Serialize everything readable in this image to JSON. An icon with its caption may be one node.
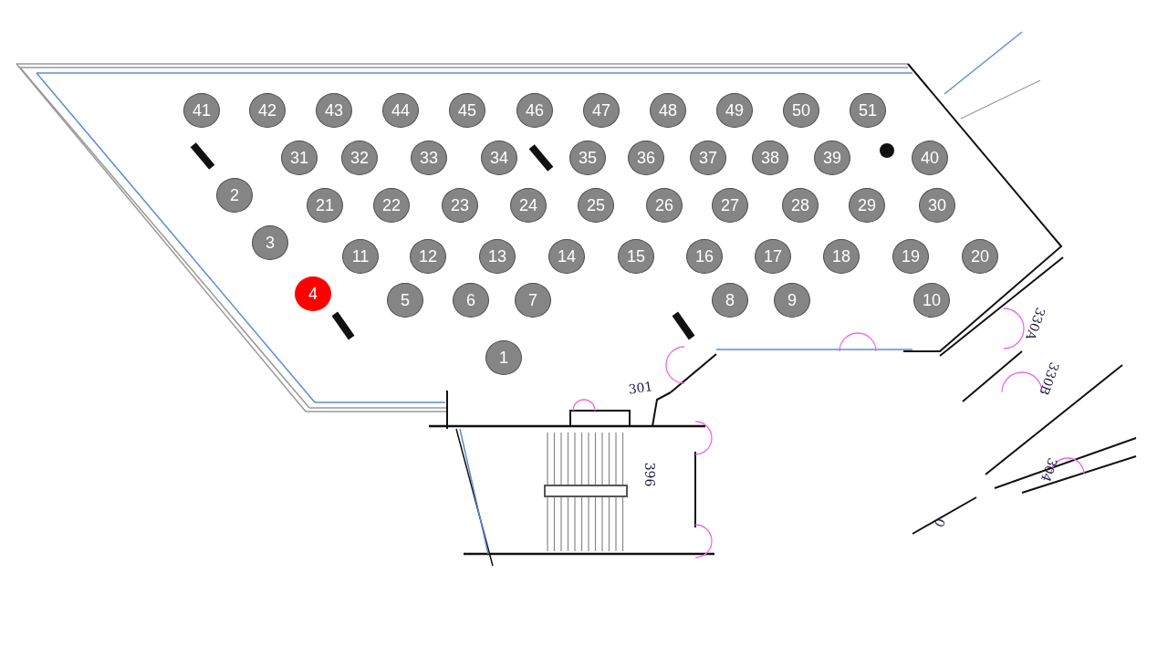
{
  "diagram": {
    "nodes": [
      {
        "text": [
          "1"
        ]
      },
      {
        "text": [
          "2"
        ]
      },
      {
        "text": [
          "3"
        ]
      },
      {
        "text": [
          "4"
        ]
      },
      {
        "text": [
          "5"
        ]
      },
      {
        "text": [
          "6"
        ]
      },
      {
        "text": [
          "7"
        ]
      },
      {
        "text": [
          "8"
        ]
      },
      {
        "text": [
          "9"
        ]
      },
      {
        "text": [
          "10"
        ]
      },
      {
        "text": [
          "11"
        ]
      },
      {
        "text": [
          "12"
        ]
      },
      {
        "text": [
          "13"
        ]
      },
      {
        "text": [
          "14"
        ]
      },
      {
        "text": [
          "15"
        ]
      },
      {
        "text": [
          "16"
        ]
      },
      {
        "text": [
          "17"
        ]
      },
      {
        "text": [
          "18"
        ]
      },
      {
        "text": [
          "19"
        ]
      },
      {
        "text": [
          "20"
        ]
      },
      {
        "text": [
          "21"
        ]
      },
      {
        "text": [
          "22"
        ]
      },
      {
        "text": [
          "23"
        ]
      },
      {
        "text": [
          "24"
        ]
      },
      {
        "text": [
          "25"
        ]
      },
      {
        "text": [
          "26"
        ]
      },
      {
        "text": [
          "27"
        ]
      },
      {
        "text": [
          "28"
        ]
      },
      {
        "text": [
          "29"
        ]
      },
      {
        "text": [
          "30"
        ]
      },
      {
        "text": [
          "31"
        ]
      },
      {
        "text": [
          "32"
        ]
      },
      {
        "text": [
          "33"
        ]
      },
      {
        "text": [
          "34"
        ]
      },
      {
        "text": [
          "35"
        ]
      },
      {
        "text": [
          "36"
        ]
      },
      {
        "text": [
          "37"
        ]
      },
      {
        "text": [
          "38"
        ]
      },
      {
        "text": [
          "39"
        ]
      },
      {
        "text": [
          "40"
        ]
      },
      {
        "text": [
          "41"
        ]
      },
      {
        "text": [
          "42"
        ]
      },
      {
        "text": [
          "43"
        ]
      },
      {
        "text": [
          "44"
        ]
      },
      {
        "text": [
          "45"
        ]
      },
      {
        "text": [
          "46"
        ]
      },
      {
        "text": [
          "47"
        ]
      },
      {
        "text": [
          "48"
        ]
      },
      {
        "text": [
          "49"
        ]
      },
      {
        "text": [
          "50"
        ]
      },
      {
        "text": [
          "51"
        ]
      }
    ],
    "labels": [
      "301",
      "330A",
      "330B",
      "396",
      "304",
      "0"
    ]
  }
}
